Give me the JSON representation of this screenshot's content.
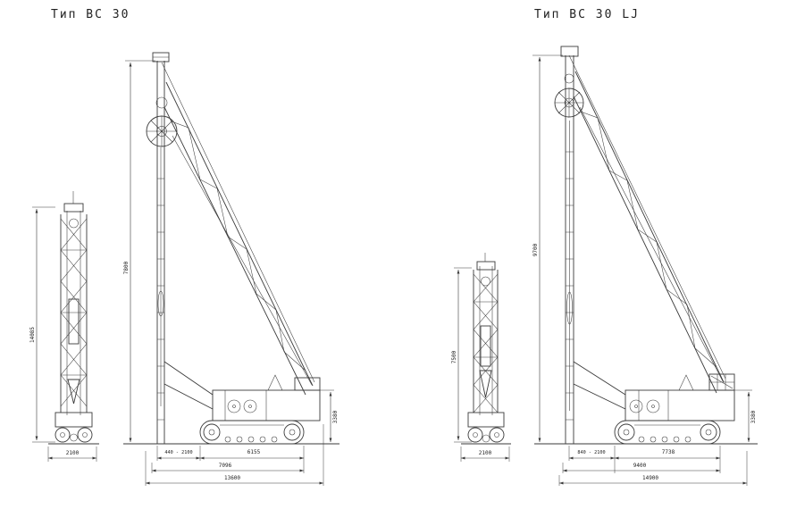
{
  "palette": {
    "background": "#ffffff",
    "line": "#3a3a3a",
    "text": "#222222"
  },
  "figures": {
    "bc30": {
      "title": "Тип BC 30",
      "front_view": {
        "height": "14085",
        "width": "2100"
      },
      "side_view": {
        "total_height": "7800",
        "mast_offset": "440 - 2100",
        "track_length": "6155",
        "intermediate_length": "7096",
        "total_length": "13600",
        "superstructure_height": "3380"
      }
    },
    "bc30lj": {
      "title": "Тип BC 30 LJ",
      "front_view": {
        "height": "7500",
        "width": "2100"
      },
      "side_view": {
        "total_height": "9700",
        "mast_offset": "840 - 2100",
        "track_length": "7738",
        "intermediate_length": "9400",
        "total_length": "14900",
        "superstructure_height": "3380"
      }
    }
  }
}
